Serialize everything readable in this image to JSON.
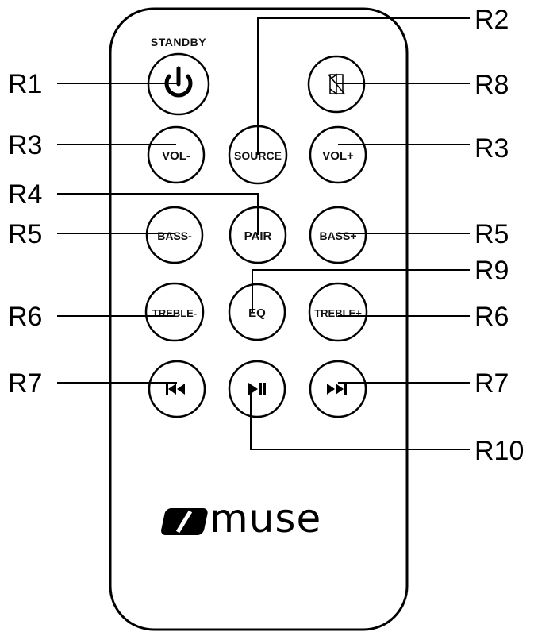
{
  "remote": {
    "standby_label": "STANDBY",
    "logo_text": "muse",
    "buttons": {
      "standby": {
        "label": "",
        "icon": "power-icon"
      },
      "mute": {
        "label": "",
        "icon": "mute-speaker-icon"
      },
      "vol_down": {
        "label": "VOL-"
      },
      "source": {
        "label": "SOURCE"
      },
      "vol_up": {
        "label": "VOL+"
      },
      "bass_down": {
        "label": "BASS-"
      },
      "pair": {
        "label": "PAIR"
      },
      "bass_up": {
        "label": "BASS+"
      },
      "treble_down": {
        "label": "TREBLE-"
      },
      "eq": {
        "label": "EQ"
      },
      "treble_up": {
        "label": "TREBLE+"
      },
      "prev": {
        "label": "",
        "icon": "previous-track-icon"
      },
      "play_pause": {
        "label": "",
        "icon": "play-pause-icon"
      },
      "next": {
        "label": "",
        "icon": "next-track-icon"
      }
    }
  },
  "callouts": {
    "r1": "R1",
    "r2": "R2",
    "r3_left": "R3",
    "r3_right": "R3",
    "r4": "R4",
    "r5_left": "R5",
    "r5_right": "R5",
    "r6_left": "R6",
    "r6_right": "R6",
    "r7_left": "R7",
    "r7_right": "R7",
    "r8": "R8",
    "r9": "R9",
    "r10": "R10"
  },
  "colors": {
    "ink": "#000000",
    "background": "#ffffff"
  }
}
